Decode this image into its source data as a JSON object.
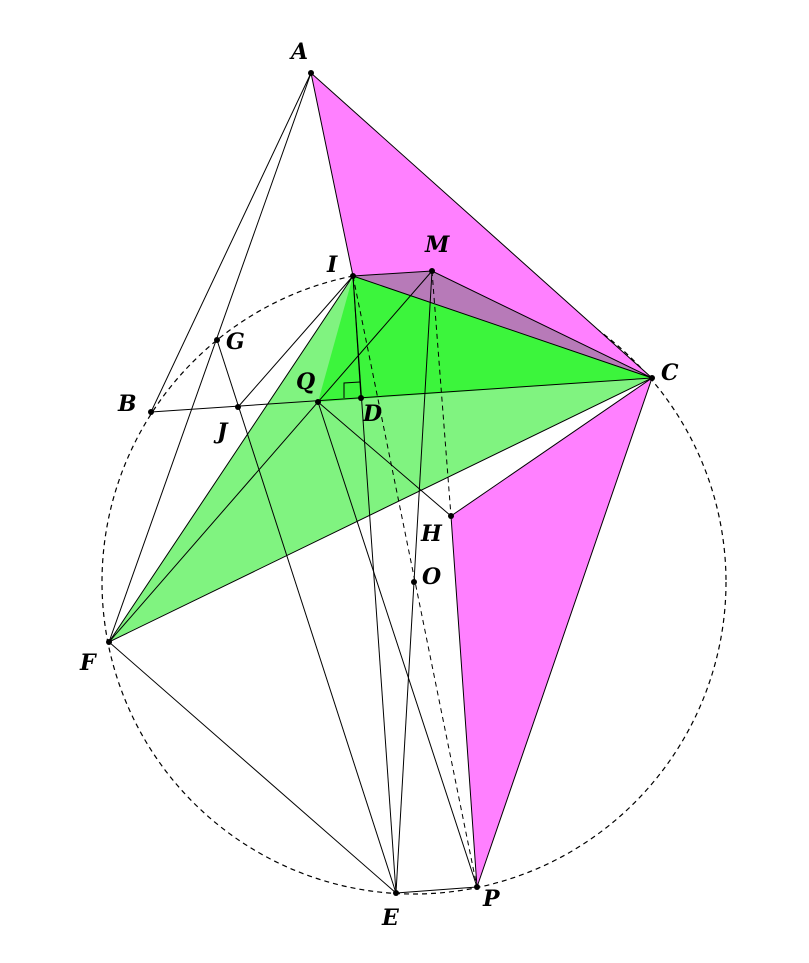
{
  "diagram": {
    "colors": {
      "magenta_fill": "#ff80ff",
      "green_fill": "#80f380",
      "bright_green_fill": "#3cf53c",
      "purple_overlap": "#b77ab8",
      "line": "#000000",
      "background": "#ffffff"
    },
    "points": {
      "A": "A",
      "B": "B",
      "C": "C",
      "D": "D",
      "E": "E",
      "F": "F",
      "G": "G",
      "H": "H",
      "I": "I",
      "J": "J",
      "M": "M",
      "O": "O",
      "P": "P",
      "Q": "Q"
    }
  }
}
